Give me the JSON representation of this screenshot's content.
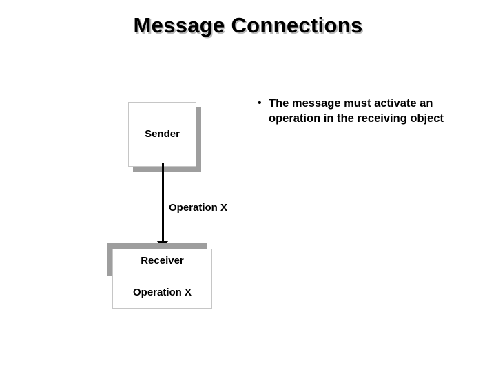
{
  "slide": {
    "title": "Message Connections",
    "background_color": "#ffffff",
    "title_color": "#000000",
    "title_shadow_color": "#b9b9b9"
  },
  "bullets": [
    {
      "marker": "•",
      "text": "The message must activate an operation in the receiving object"
    }
  ],
  "diagram": {
    "type": "uml-message-connection",
    "sender": {
      "label": "Sender",
      "fill": "#ffffff",
      "border_color": "#c6c6c6",
      "shadow_color": "#9e9e9e"
    },
    "message": {
      "label": "Operation X",
      "arrow_color": "#000000",
      "direction": "down"
    },
    "receiver": {
      "name": "Receiver",
      "operation": "Operation X",
      "fill": "#ffffff",
      "border_color": "#c6c6c6",
      "shadow_color": "#9e9e9e"
    }
  }
}
